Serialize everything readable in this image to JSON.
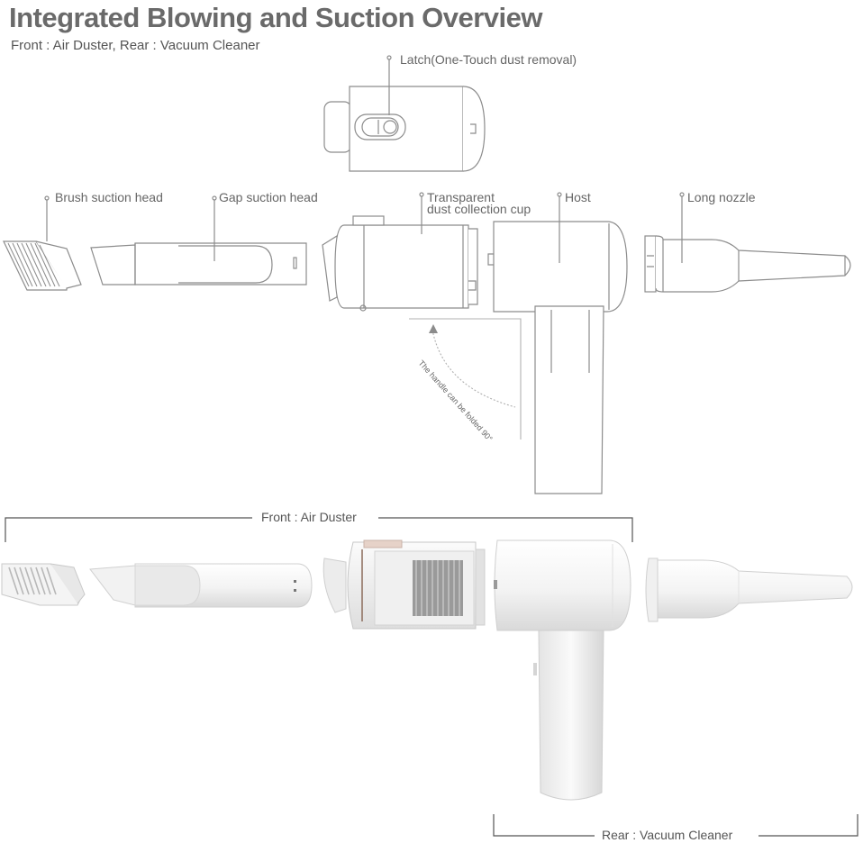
{
  "header": {
    "title": "Integrated Blowing and Suction Overview",
    "subtitle": "Front : Air Duster, Rear : Vacuum Cleaner"
  },
  "callouts": {
    "latch": "Latch(One-Touch dust removal)",
    "brush": "Brush suction head",
    "gap": "Gap suction head",
    "cup_line1": "Transparent",
    "cup_line2": "dust collection cup",
    "host": "Host",
    "nozzle": "Long nozzle",
    "handle_note": "The handle can be folded 90°"
  },
  "sections": {
    "front": "Front : Air Duster",
    "rear": "Rear : Vacuum Cleaner"
  },
  "colors": {
    "line": "#8c8c8c",
    "bracket": "#555555",
    "product_white": "#f4f4f4",
    "filter_gray": "#9a9a9a"
  }
}
